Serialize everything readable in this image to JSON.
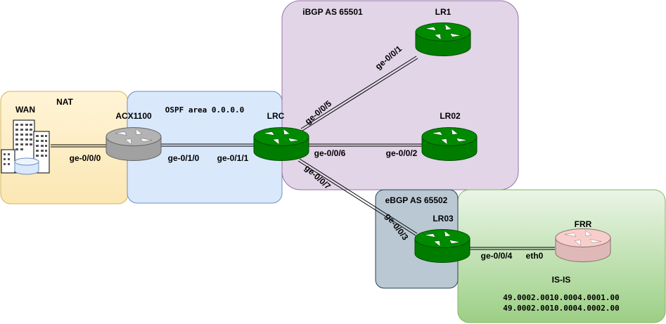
{
  "regions": {
    "nat": {
      "label": "NAT",
      "fill": "#fff2cc",
      "stroke": "#d6b656"
    },
    "ospf": {
      "label": "OSPF area 0.0.0.0",
      "fill": "#dae8fc",
      "stroke": "#6c8ebf"
    },
    "ibgp": {
      "label": "iBGP AS 65501",
      "fill": "#e1d5e7",
      "stroke": "#9673a6"
    },
    "ebgp": {
      "label": "eBGP AS 65502",
      "fill": "#bac8d3",
      "stroke": "#23445d"
    },
    "isis": {
      "label": "IS-IS",
      "fill": "#d5e8d4",
      "stroke": "#82b366"
    }
  },
  "nodes": {
    "wan": {
      "label": "WAN"
    },
    "acx": {
      "label": "ACX1100",
      "color": "#b3b3b3"
    },
    "lrc": {
      "label": "LRC",
      "color": "#008a00"
    },
    "lr1": {
      "label": "LR1",
      "color": "#008a00"
    },
    "lr02": {
      "label": "LR02",
      "color": "#008a00"
    },
    "lr03": {
      "label": "LR03",
      "color": "#008a00"
    },
    "frr": {
      "label": "FRR",
      "color": "#f8cecc"
    }
  },
  "interfaces": {
    "wan_acx": "ge-0/0/0",
    "acx_lrc": "ge-0/1/0",
    "lrc_acx": "ge-0/1/1",
    "lrc_lr1": "ge-0/0/5",
    "lr1_lrc": "ge-0/0/1",
    "lrc_lr02": "ge-0/0/6",
    "lr02_lrc": "ge-0/0/2",
    "lrc_lr03": "ge-0/0/7",
    "lr03_lrc": "ge-0/0/3",
    "lr03_frr": "ge-0/0/4",
    "frr_lr03": "eth0"
  },
  "isis_net": {
    "line1": "49.0002.0010.0004.0001.00",
    "line2": "49.0002.0010.0004.0002.00"
  }
}
